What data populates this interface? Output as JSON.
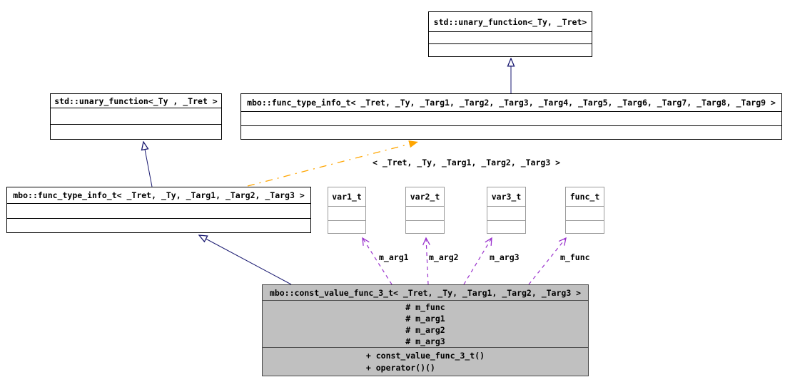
{
  "diagram": {
    "classes": {
      "unary_function_top": {
        "title": "std::unary_function<_Ty, _Tret>"
      },
      "unary_function_left": {
        "title": "std::unary_function<_Ty , _Tret >"
      },
      "func_type_info_wide": {
        "title": "mbo::func_type_info_t< _Tret, _Ty, _Targ1, _Targ2, _Targ3, _Targ4, _Targ5, _Targ6, _Targ7, _Targ8, _Targ9 >"
      },
      "func_type_info": {
        "title": "mbo::func_type_info_t< _Tret, _Ty, _Targ1, _Targ2, _Targ3 >"
      },
      "var1": {
        "title": "var1_t"
      },
      "var2": {
        "title": "var2_t"
      },
      "var3": {
        "title": "var3_t"
      },
      "func": {
        "title": "func_t"
      },
      "const_value_func": {
        "title": "mbo::const_value_func_3_t< _Tret, _Ty, _Targ1, _Targ2, _Targ3 >",
        "attributes": [
          "# m_func",
          "# m_arg1",
          "# m_arg2",
          "# m_arg3"
        ],
        "methods": [
          "+ const_value_func_3_t()",
          "+ operator()()"
        ]
      }
    },
    "edge_labels": {
      "template_args": "< _Tret, _Ty, _Targ1, _Targ2, _Targ3 >",
      "m_arg1": "m_arg1",
      "m_arg2": "m_arg2",
      "m_arg3": "m_arg3",
      "m_func": "m_func"
    },
    "colors": {
      "inheritance": "#191970",
      "template": "#ffa500",
      "usage": "#9a32cd",
      "class_fill": "#ffffff",
      "highlight_fill": "#c0c0c0",
      "class_border": "#000000",
      "light_border": "#9a9a9a"
    }
  }
}
